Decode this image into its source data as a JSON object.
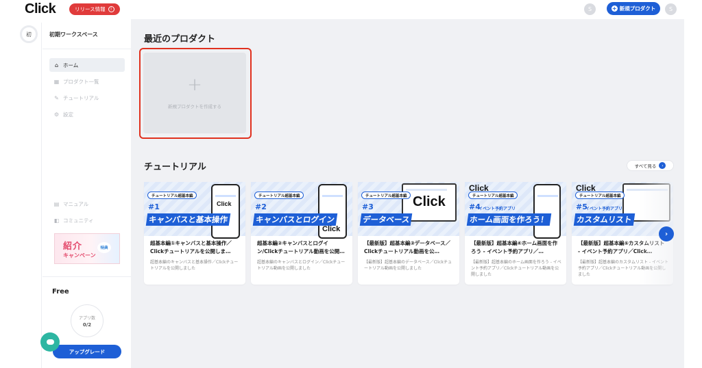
{
  "topbar": {
    "logo": "Click",
    "release_badge": "リリース情報",
    "user_initial_left": "S",
    "new_product_label": "新規プロダクト",
    "user_initial_right": "S"
  },
  "rail": {
    "workspace_initial": "初"
  },
  "sidebar": {
    "workspace_name": "初期ワークスペース",
    "nav": [
      {
        "label": "ホーム",
        "icon": "home-icon",
        "active": true
      },
      {
        "label": "プロダクト一覧",
        "icon": "grid-icon",
        "active": false
      },
      {
        "label": "チュートリアル",
        "icon": "graduation-cap-icon",
        "active": false
      },
      {
        "label": "設定",
        "icon": "gear-icon",
        "active": false
      }
    ],
    "bottom_nav": [
      {
        "label": "マニュアル",
        "icon": "book-icon"
      },
      {
        "label": "コミュニティ",
        "icon": "community-icon"
      }
    ],
    "campaign": {
      "title_top": "紹介",
      "title_bottom": "キャンペーン",
      "tag": "特典"
    },
    "plan": "Free",
    "app_count_label": "アプリ数",
    "app_count_value": "0/2",
    "upgrade_label": "アップグレード"
  },
  "main": {
    "recent_title": "最近のプロダクト",
    "new_product_card_label": "新規プロダクトを作成する",
    "tutorial_title": "チュートリアル",
    "see_all_label": "すべて見る",
    "tutorials": [
      {
        "tag": "チュートリアル超基本編",
        "number": "#1",
        "headline": "キャンバスと基本操作",
        "title": "超基本編①キャンバスと基本操作／Clickチュートリアルを公開しま…",
        "desc": "超基本編のキャンバスと基本操作／Clickチュートリアルを公開しました"
      },
      {
        "tag": "チュートリアル超基本編",
        "number": "#2",
        "headline": "キャンバスとログイン",
        "title": "超基本編②キャンバスとログイン/Clickチュートリアル動画を公開…",
        "desc": "超基本編のキャンバスとログイン／Clickチュートリアル動画を公開しました"
      },
      {
        "tag": "チュートリアル超基本編",
        "number": "#3",
        "headline": "データベース",
        "title": "【最新版】超基本編③データベース／Clickチュートリアル動画を公…",
        "desc": "【最新版】超基本編のデータベース／Clickチュートリアル動画を公開しました"
      },
      {
        "tag": "チュートリアル超基本編",
        "number": "#4",
        "subtitle": "イベント予約アプリ",
        "headline": "ホーム画面を作ろう！",
        "title": "【最新版】超基本編④ホーム画面を作ろう - イベント予約アプリ／…",
        "desc": "【最新版】超基本編のホーム画面を作ろう - イベント予約アプリ／Clickチュートリアル動画を公開しました"
      },
      {
        "tag": "チュートリアル超基本編",
        "number": "#5",
        "subtitle": "イベント予約アプリ",
        "headline": "カスタムリスト",
        "title": "【最新版】超基本編⑤カスタムリスト - イベント予約アプリ／Click…",
        "desc": "【最新版】超基本編のカスタムリスト - イベント予約アプリ／Clickチュートリアル動画を公開しました"
      }
    ]
  },
  "colors": {
    "accent": "#1e5fd6",
    "alert": "#e03b3b",
    "highlight_frame": "#e0301e",
    "chat": "#2db6a2"
  }
}
